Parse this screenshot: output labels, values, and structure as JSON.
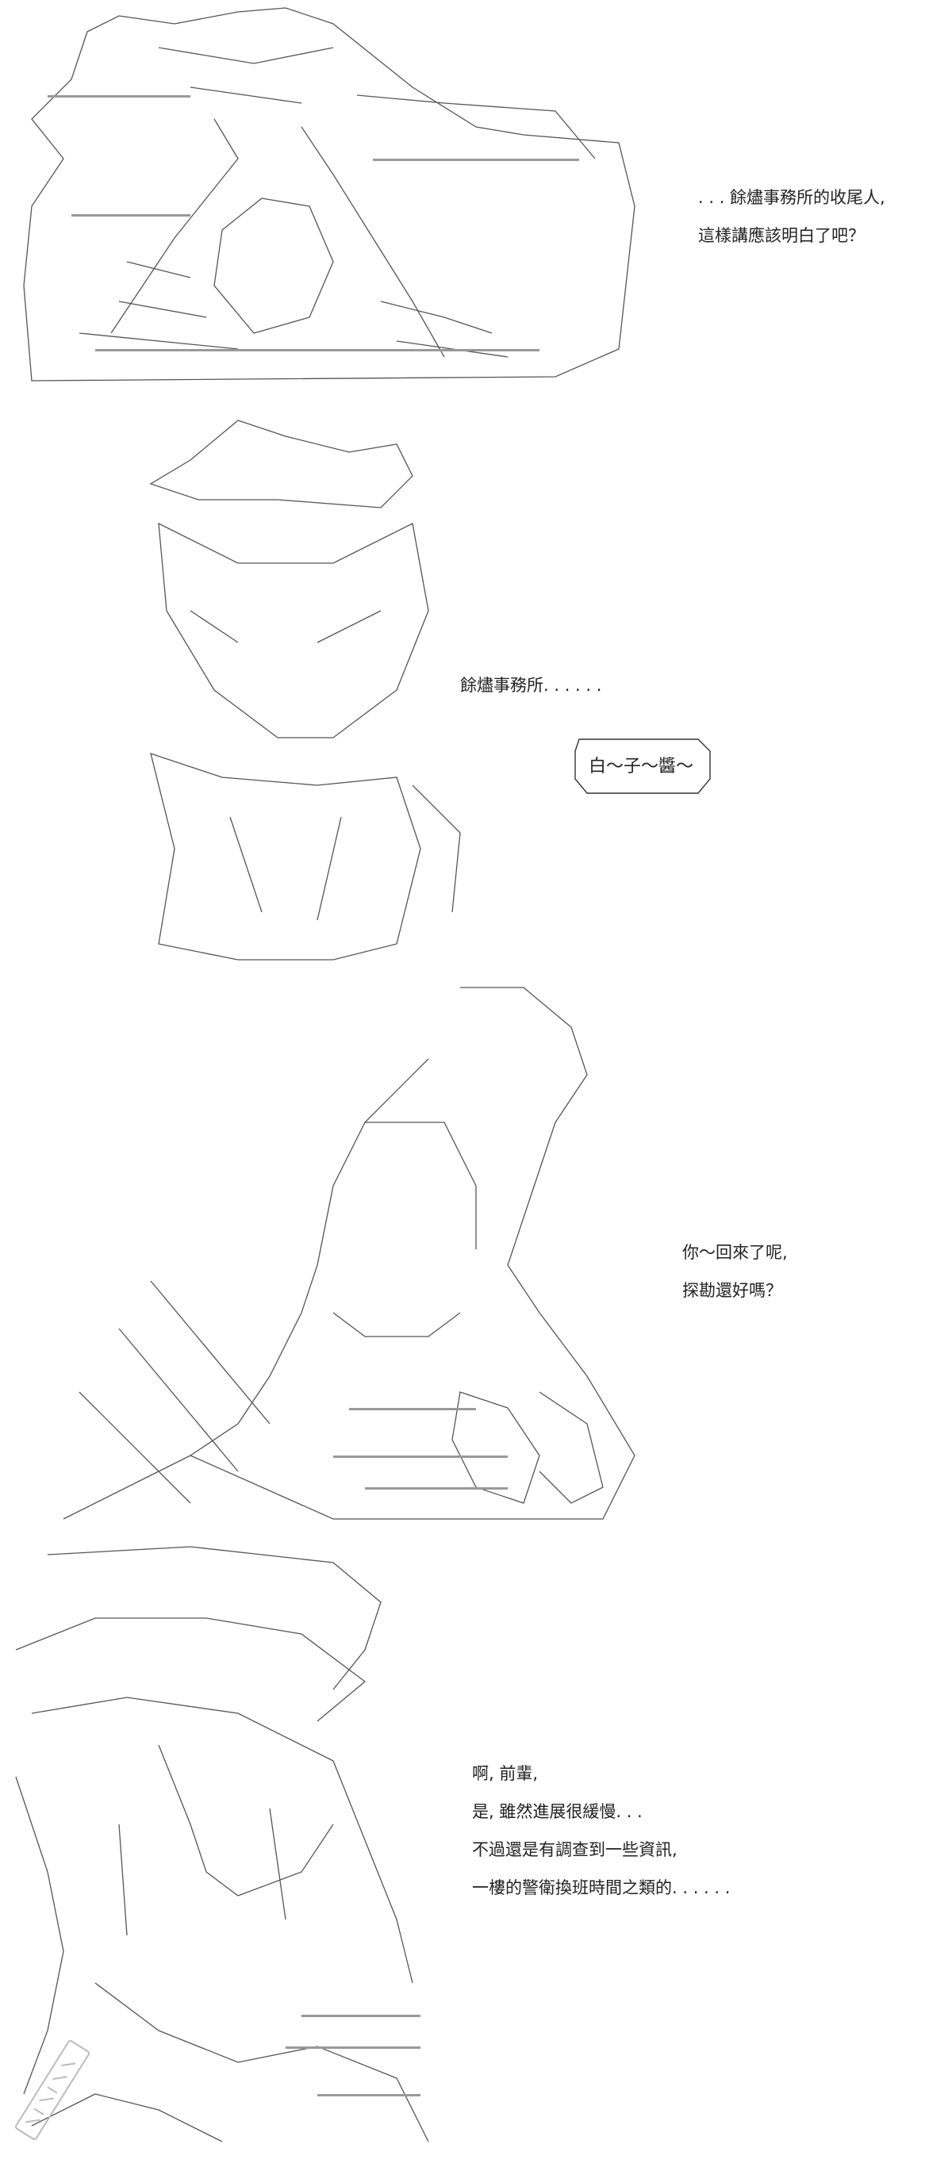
{
  "panels": [
    {
      "lines": [
        ". . . 餘燼事務所的收尾人,",
        "這樣講應該明白了吧？"
      ]
    },
    {
      "lines": [
        "餘燼事務所. . . . . ."
      ],
      "bubble": "白～子～醬～"
    },
    {
      "lines": [
        "你～回來了呢,",
        "探勘還好嗎？"
      ]
    },
    {
      "lines": [
        "啊, 前輩,",
        "是, 雖然進展很緩慢. . .",
        "不過還是有調查到一些資訊,",
        "一樓的警衛換班時間之類的. . . . . ."
      ]
    }
  ],
  "colors": {
    "ink": "#333333",
    "background": "#ffffff"
  },
  "icons": {
    "watermark": "site-watermark-stamp"
  }
}
